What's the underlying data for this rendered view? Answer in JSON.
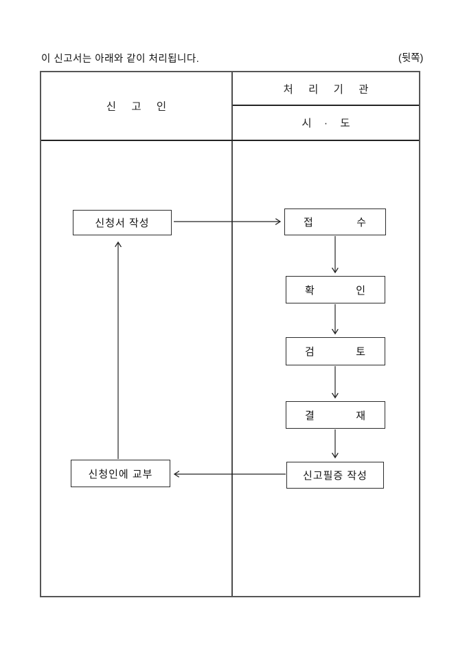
{
  "page": {
    "top_note": "이 신고서는 아래와 같이 처리됩니다.",
    "side_label": "(뒷쪽)"
  },
  "table": {
    "applicant_header": "신 고 인",
    "agency_header": "처 리 기 관",
    "agency_sub_header": "시 · 도"
  },
  "flow": {
    "apply": "신청서 작성",
    "receive": {
      "left": "접",
      "right": "수"
    },
    "confirm": {
      "left": "확",
      "right": "인"
    },
    "review": {
      "left": "검",
      "right": "토"
    },
    "approve": {
      "left": "결",
      "right": "재"
    },
    "certificate": "신고필증 작성",
    "deliver": "신청인에 교부"
  }
}
